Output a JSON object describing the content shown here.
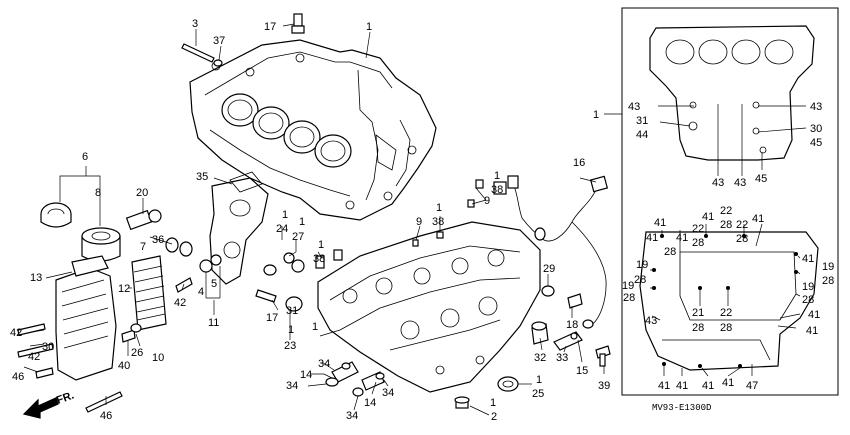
{
  "diagram": {
    "catalog_code": "MV93-E1300D",
    "direction_label": "FR.",
    "colors": {
      "ink": "#000000",
      "paper": "#ffffff"
    },
    "callouts": [
      {
        "id": "c3",
        "text": "3"
      },
      {
        "id": "c37",
        "text": "37"
      },
      {
        "id": "c17a",
        "text": "17"
      },
      {
        "id": "c1a",
        "text": "1"
      },
      {
        "id": "c6",
        "text": "6"
      },
      {
        "id": "c8",
        "text": "8"
      },
      {
        "id": "c20",
        "text": "20"
      },
      {
        "id": "c35",
        "text": "35"
      },
      {
        "id": "c36",
        "text": "36"
      },
      {
        "id": "c7",
        "text": "7"
      },
      {
        "id": "c13",
        "text": "13"
      },
      {
        "id": "c12",
        "text": "12"
      },
      {
        "id": "c42a",
        "text": "42"
      },
      {
        "id": "c30a",
        "text": "30"
      },
      {
        "id": "c42b",
        "text": "42"
      },
      {
        "id": "c46a",
        "text": "46"
      },
      {
        "id": "c40",
        "text": "40"
      },
      {
        "id": "c26",
        "text": "26"
      },
      {
        "id": "c10",
        "text": "10"
      },
      {
        "id": "c46b",
        "text": "46"
      },
      {
        "id": "c42c",
        "text": "42"
      },
      {
        "id": "c4",
        "text": "4"
      },
      {
        "id": "c5",
        "text": "5"
      },
      {
        "id": "c11",
        "text": "11"
      },
      {
        "id": "c1b",
        "text": "1"
      },
      {
        "id": "c24",
        "text": "24"
      },
      {
        "id": "c1c",
        "text": "1"
      },
      {
        "id": "c27",
        "text": "27"
      },
      {
        "id": "c1d",
        "text": "1"
      },
      {
        "id": "c38a",
        "text": "38"
      },
      {
        "id": "c17b",
        "text": "17"
      },
      {
        "id": "c31a",
        "text": "31"
      },
      {
        "id": "c1e",
        "text": "1"
      },
      {
        "id": "c23",
        "text": "23"
      },
      {
        "id": "c34a",
        "text": "34"
      },
      {
        "id": "c14a",
        "text": "14"
      },
      {
        "id": "c34b",
        "text": "34"
      },
      {
        "id": "c34c",
        "text": "34"
      },
      {
        "id": "c14b",
        "text": "14"
      },
      {
        "id": "c34d",
        "text": "34"
      },
      {
        "id": "c1f",
        "text": "1"
      },
      {
        "id": "c1g",
        "text": "1"
      },
      {
        "id": "c2",
        "text": "2"
      },
      {
        "id": "c1h",
        "text": "1"
      },
      {
        "id": "c25",
        "text": "25"
      },
      {
        "id": "c9",
        "text": "9"
      },
      {
        "id": "c1i",
        "text": "1"
      },
      {
        "id": "c38b",
        "text": "38"
      },
      {
        "id": "c1j",
        "text": "1"
      },
      {
        "id": "c38c",
        "text": "38"
      },
      {
        "id": "c9b",
        "text": "9"
      },
      {
        "id": "c16",
        "text": "16"
      },
      {
        "id": "c29",
        "text": "29"
      },
      {
        "id": "c18",
        "text": "18"
      },
      {
        "id": "c32",
        "text": "32"
      },
      {
        "id": "c33",
        "text": "33"
      },
      {
        "id": "c15",
        "text": "15"
      },
      {
        "id": "c39",
        "text": "39"
      },
      {
        "id": "c1k",
        "text": "1"
      },
      {
        "id": "i43a",
        "text": "43"
      },
      {
        "id": "i31",
        "text": "31"
      },
      {
        "id": "i44",
        "text": "44"
      },
      {
        "id": "i43b",
        "text": "43"
      },
      {
        "id": "i30",
        "text": "30"
      },
      {
        "id": "i45a",
        "text": "45"
      },
      {
        "id": "i43c",
        "text": "43"
      },
      {
        "id": "i43d",
        "text": "43"
      },
      {
        "id": "i45b",
        "text": "45"
      },
      {
        "id": "b41a",
        "text": "41"
      },
      {
        "id": "b41b",
        "text": "41"
      },
      {
        "id": "b28a",
        "text": "28"
      },
      {
        "id": "b41c",
        "text": "41"
      },
      {
        "id": "b22a",
        "text": "22"
      },
      {
        "id": "b28b",
        "text": "28"
      },
      {
        "id": "b22b",
        "text": "22"
      },
      {
        "id": "b28c",
        "text": "28"
      },
      {
        "id": "b41d",
        "text": "41"
      },
      {
        "id": "b22c",
        "text": "22"
      },
      {
        "id": "b28d",
        "text": "28"
      },
      {
        "id": "b41e",
        "text": "41"
      },
      {
        "id": "b19a",
        "text": "19"
      },
      {
        "id": "b28e",
        "text": "28"
      },
      {
        "id": "b19b",
        "text": "19"
      },
      {
        "id": "b28f",
        "text": "28"
      },
      {
        "id": "b41f",
        "text": "41"
      },
      {
        "id": "b19c",
        "text": "19"
      },
      {
        "id": "b28g",
        "text": "28"
      },
      {
        "id": "b19d",
        "text": "19"
      },
      {
        "id": "b28h",
        "text": "28"
      },
      {
        "id": "b43",
        "text": "43"
      },
      {
        "id": "b21",
        "text": "21"
      },
      {
        "id": "b28i",
        "text": "28"
      },
      {
        "id": "b22d",
        "text": "22"
      },
      {
        "id": "b28j",
        "text": "28"
      },
      {
        "id": "b41g",
        "text": "41"
      },
      {
        "id": "b41h",
        "text": "41"
      },
      {
        "id": "b41i",
        "text": "41"
      },
      {
        "id": "b41j",
        "text": "41"
      },
      {
        "id": "b41k",
        "text": "41"
      },
      {
        "id": "b41l",
        "text": "41"
      },
      {
        "id": "b47",
        "text": "47"
      }
    ]
  }
}
